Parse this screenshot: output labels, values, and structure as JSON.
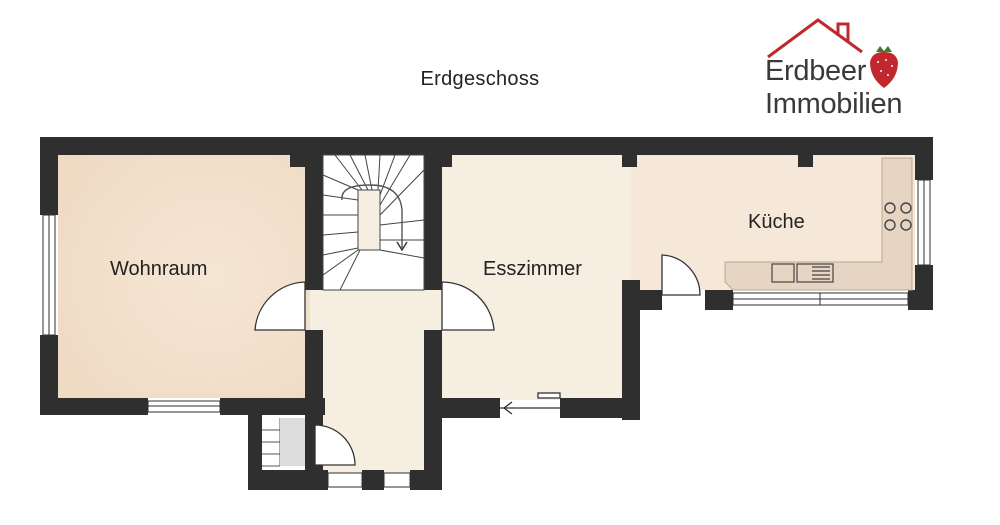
{
  "floor": {
    "title": "Erdgeschoss"
  },
  "rooms": {
    "living": "Wohnraum",
    "dining": "Esszimmer",
    "kitchen": "Küche"
  },
  "brand": {
    "line1": "Erdbeer",
    "line2": "Immobilien",
    "colors": {
      "roof": "#c0282d",
      "strawberry": "#c0282d",
      "text": "#3a3a3a"
    }
  },
  "colors": {
    "wall": "#2f2f2f",
    "floor_living": "#f0dcc6",
    "floor_other": "#f7eee2",
    "counter": "#e9d9c6",
    "stair": "#ffffff"
  }
}
